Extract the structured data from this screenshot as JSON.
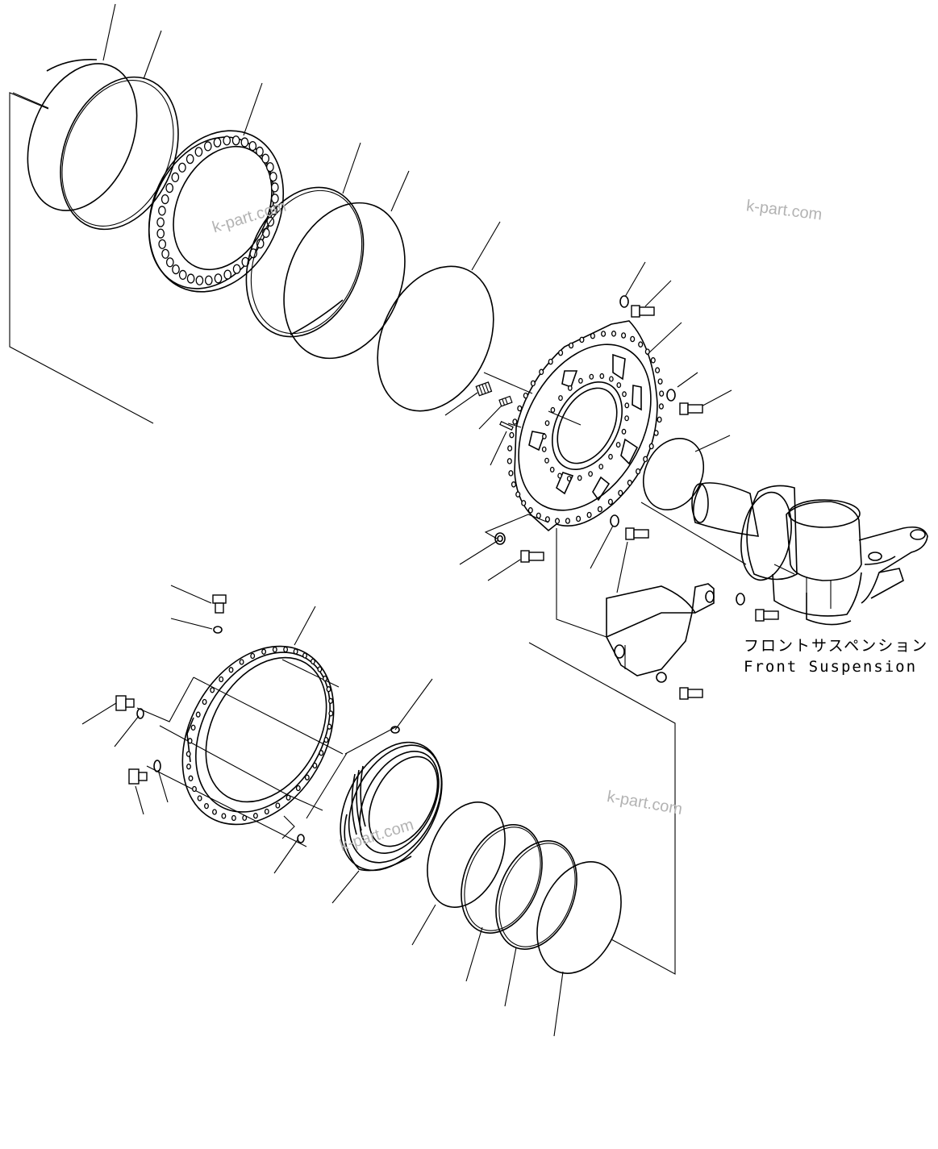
{
  "caption": {
    "japanese": "フロントサスペンション",
    "english": "Front Suspension"
  },
  "watermarks": [
    "k-part.com",
    "k-part.com",
    "k-part.com",
    "k-part.com"
  ]
}
